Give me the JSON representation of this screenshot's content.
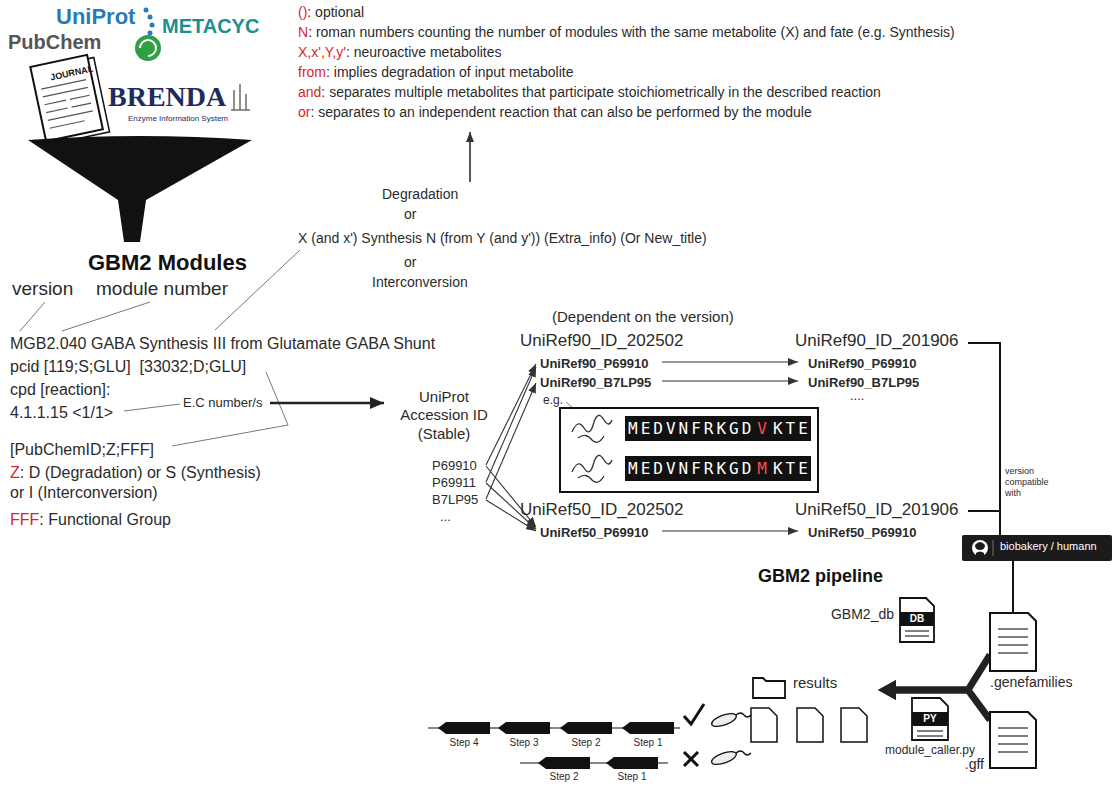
{
  "diagram": {
    "nodes": [
      {
        "text": [
          "DB",
          "GBM2_db"
        ]
      },
      {
        "text": [
          ".genefamilies"
        ]
      },
      {
        "text": [
          ".gff"
        ]
      },
      {
        "text": [
          "PY",
          "module_caller.py"
        ]
      },
      {
        "text": [
          "results"
        ]
      }
    ],
    "edges": [
      {
        "from": 1,
        "to": 4,
        "arrow": "to"
      },
      {
        "from": 2,
        "to": 4,
        "arrow": "to"
      }
    ],
    "labels": [
      "PubChem",
      "UniProt",
      "METACYC",
      "JOURNAL",
      "BRENDA",
      "Enzyme Information System",
      "GBM2 Modules",
      "version",
      "module number",
      "MGB2.040 GABA Synthesis III from Glutamate GABA Shunt",
      "pcid [119;S;GLU]  [33032;D;GLU]",
      "cpd [reaction]:",
      "4.1.1.15 <1/1>",
      "E.C number/s",
      "[PubChemID;Z;FFF]",
      "Z",
      ": D (Degradation) or S (Synthesis) or I (Interconversion)",
      "FFF",
      ": Functional Group",
      "()",
      ": optional",
      "N",
      ": roman numbers counting the number of modules with the same metabolite (X) and fate (e.g. Synthesis)",
      "X,x',Y,y'",
      ": neuroactive metabolites",
      "from",
      ": implies degradation of input metabolite",
      "and",
      ": separates multiple metabolites that participate stoichiometrically in the described reaction",
      "or",
      ": separates to an independent reaction that can also be performed by the module",
      "Degradation",
      "or",
      "X (and x') Synthesis N (from Y (and y')) (Extra_info) (Or New_title)",
      "or",
      "Interconversion",
      "(Dependent on the version)",
      "UniRef90_ID_202502",
      "UniRef90_ID_201906",
      "UniRef90_P69910",
      "UniRef90_B7LP95",
      "UniRef90_P69910",
      "UniRef90_B7LP95",
      "....",
      "UniProt Accession ID (Stable)",
      "P69910",
      "P69911",
      "B7LP95",
      "...",
      "e.g.",
      "MEDVNFRKGD",
      "V",
      "KTE",
      "MEDVNFRKGD",
      "M",
      "KTE",
      "UniRef50_ID_202502",
      "UniRef50_ID_201906",
      "UniRef50_P69910",
      "UniRef50_P69910",
      "version compatible with",
      "biobakery / humann",
      "GBM2 pipeline",
      "Step 4",
      "Step 3",
      "Step 2",
      "Step 1",
      "Step 2",
      "Step 1"
    ]
  }
}
